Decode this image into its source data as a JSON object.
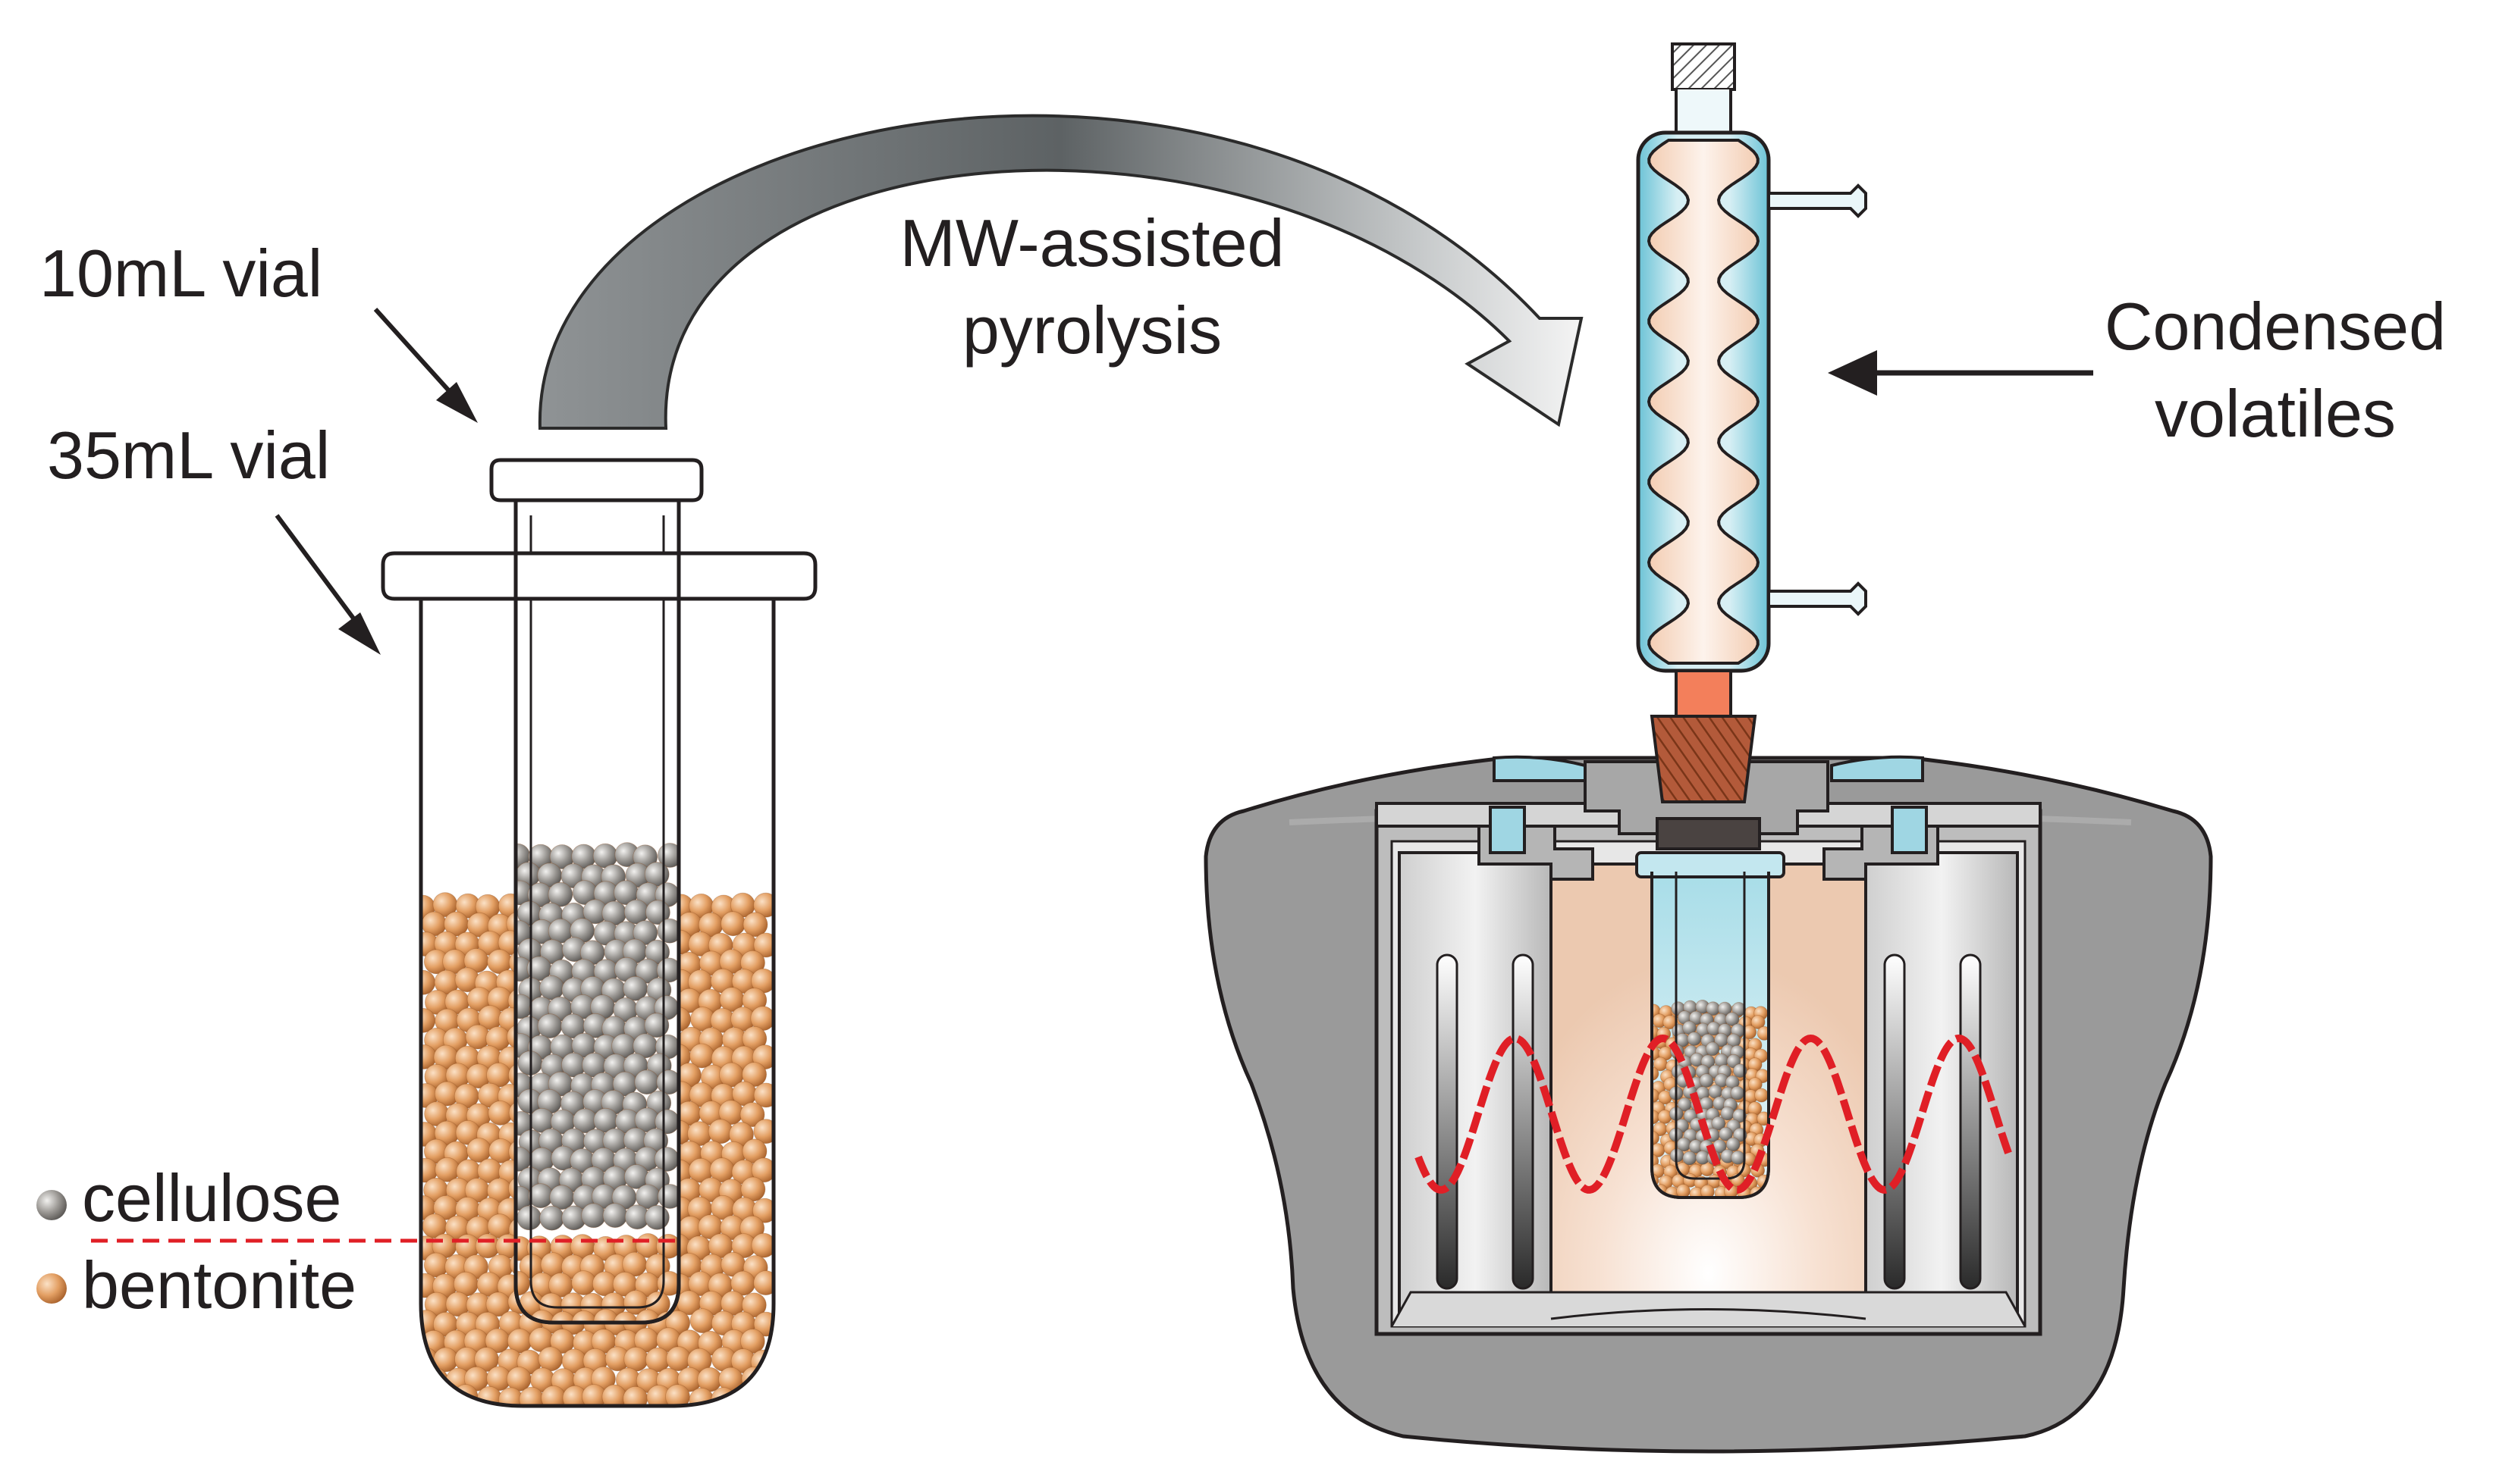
{
  "labels": {
    "vial_10": "10mL vial",
    "vial_35": "35mL vial",
    "process_line1": "MW-assisted",
    "process_line2": "pyrolysis",
    "condensed_line1": "Condensed",
    "condensed_line2": "volatiles",
    "legend_cellulose": "cellulose",
    "legend_bentonite": "bentonite"
  },
  "colors": {
    "bentonite": "#e0a06a",
    "cellulose": "#9d9a96",
    "wave": "#e01f26",
    "glass_blue": "#9fd6e3",
    "reactor_gray": "#9a9a9a",
    "adapter": "#f37f5b",
    "joint": "#b35a3a"
  }
}
